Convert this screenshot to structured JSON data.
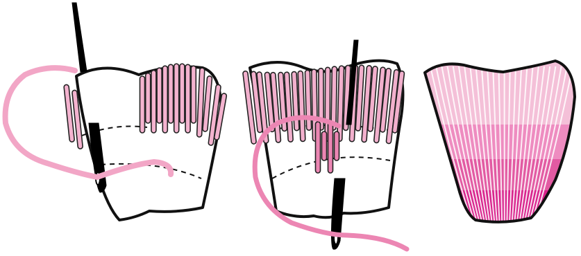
{
  "steps": [
    {
      "id": "step-1",
      "thread_color": "#f2a6c6",
      "stitch_color": "#f4b3cf"
    },
    {
      "id": "step-2",
      "thread_color": "#ec86b3",
      "stitch_color": "#f2b0cd"
    },
    {
      "id": "step-3",
      "band_colors": [
        "#f4c0d8",
        "#ee8cc0",
        "#e25aa2",
        "#d8238c"
      ]
    }
  ],
  "outline_color": "#111111",
  "needle_color": "#000000"
}
